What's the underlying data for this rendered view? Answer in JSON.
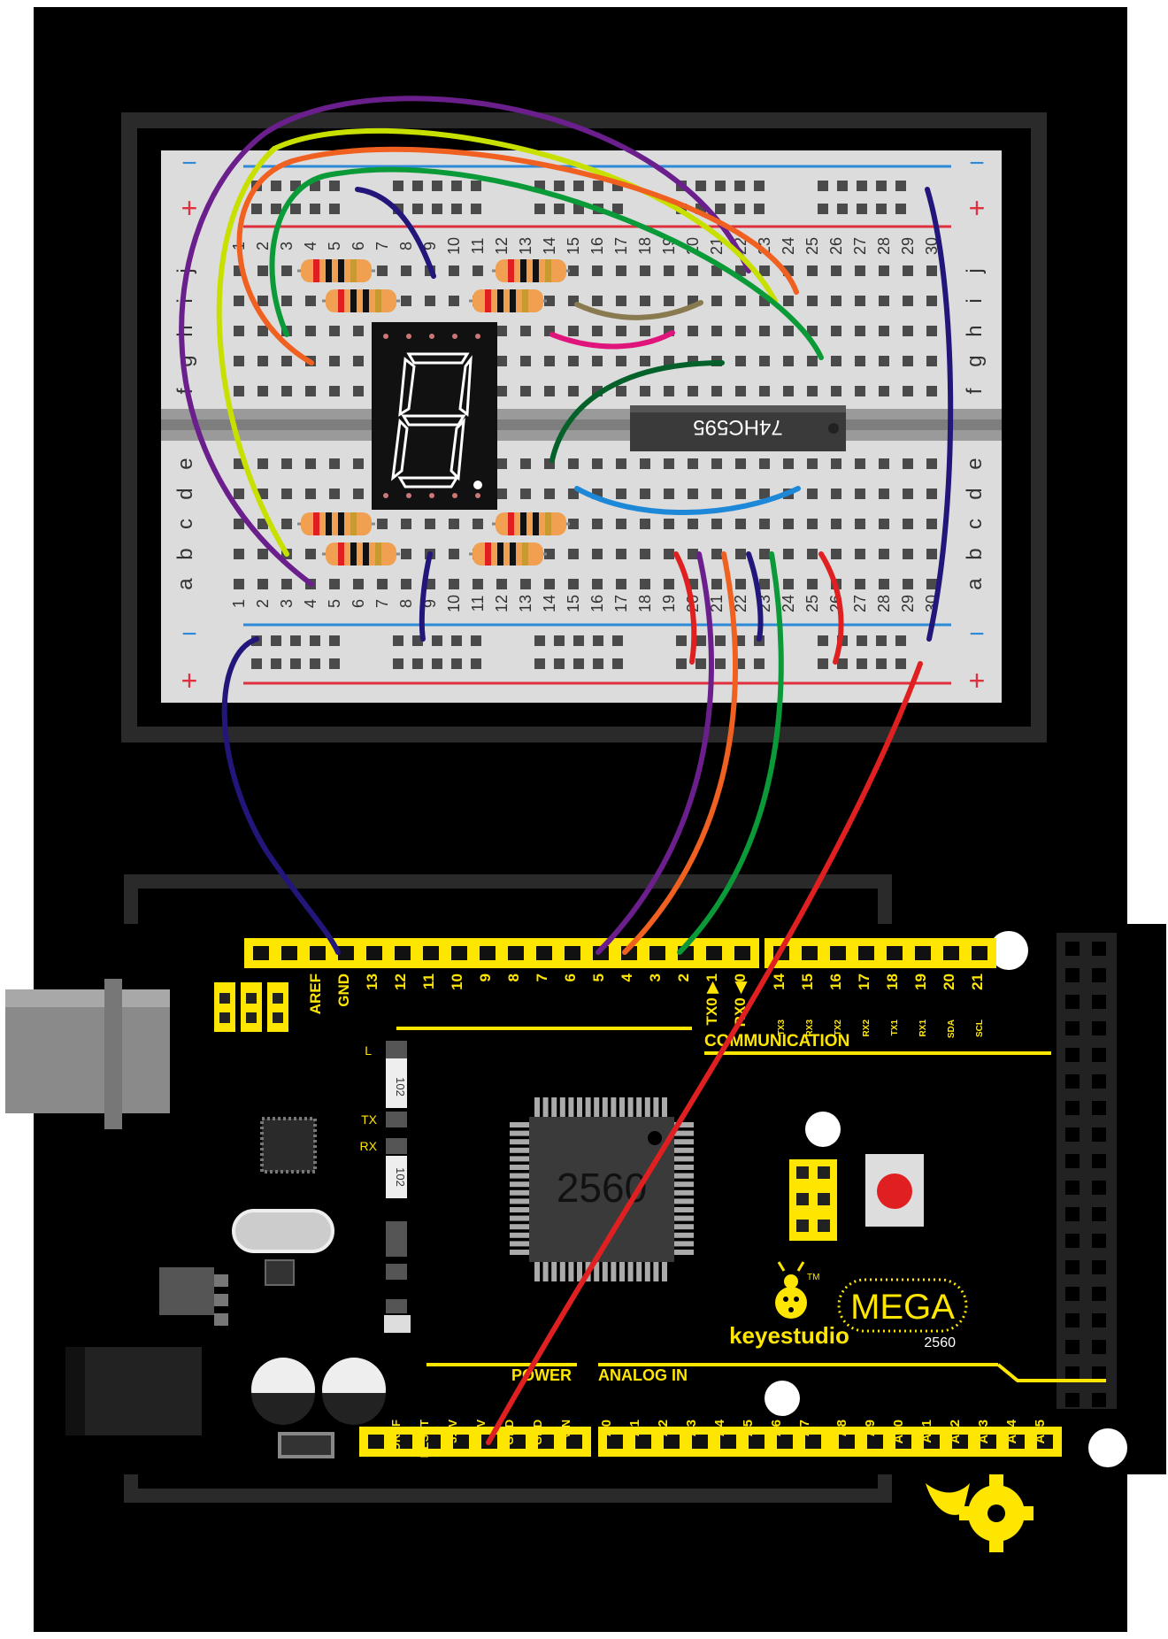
{
  "breadboard": {
    "col_numbers": [
      "1",
      "2",
      "3",
      "4",
      "5",
      "6",
      "7",
      "8",
      "9",
      "10",
      "11",
      "12",
      "13",
      "14",
      "15",
      "16",
      "17",
      "18",
      "19",
      "20",
      "21",
      "22",
      "23",
      "24",
      "25",
      "26",
      "27",
      "28",
      "29",
      "30"
    ],
    "row_letters_top": [
      "j",
      "i",
      "h",
      "g",
      "f"
    ],
    "row_letters_bottom": [
      "e",
      "d",
      "c",
      "b",
      "a"
    ],
    "plus": "+",
    "minus": "−",
    "ic_label": "74HC595"
  },
  "board": {
    "top_header_digital_a": [
      "AREF",
      "GND",
      "13",
      "12",
      "11",
      "10",
      "9",
      "8"
    ],
    "top_header_digital_b": [
      "7",
      "6",
      "5",
      "4",
      "3",
      "2",
      "TX0 ▶1",
      "RX0 ◀0"
    ],
    "top_header_comm": [
      "14",
      "15",
      "16",
      "17",
      "18",
      "19",
      "20",
      "21"
    ],
    "comm_sublabels": [
      "TX3",
      "RX3",
      "TX2",
      "RX2",
      "TX1",
      "RX1",
      "SDA",
      "SCL"
    ],
    "communication_label": "COMMUNICATION",
    "led_labels": [
      "L",
      "TX",
      "RX"
    ],
    "resistor_code": "102",
    "chip_label": "2560",
    "brand": "keyestudio",
    "tm": "TM",
    "model": "MEGA",
    "model_sub": "2560",
    "power_label": "POWER",
    "analog_label": "ANALOG IN",
    "power_pins": [
      "IOREF",
      "RESET",
      "3.3V",
      "5V",
      "GND",
      "GND",
      "VIN"
    ],
    "analog_pins_a": [
      "A0",
      "A1",
      "A2",
      "A3",
      "A4",
      "A5",
      "A6",
      "A7"
    ],
    "analog_pins_b": [
      "A8",
      "A9",
      "A10",
      "A11",
      "A12",
      "A13",
      "A14",
      "A15"
    ]
  },
  "colors": {
    "black_frame": "#000000",
    "breadboard": "#dcdcdc",
    "header_yellow": "#ffe600",
    "wire_purple": "#6a1f8c",
    "wire_lime": "#c8e000",
    "wire_orange": "#f06020",
    "wire_green": "#0b9a38",
    "wire_navy": "#22167a",
    "wire_red": "#e02020",
    "wire_blue": "#1e88d8",
    "wire_magenta": "#e0157c",
    "wire_darkgreen": "#05612a",
    "wire_brown": "#8a7a50"
  }
}
